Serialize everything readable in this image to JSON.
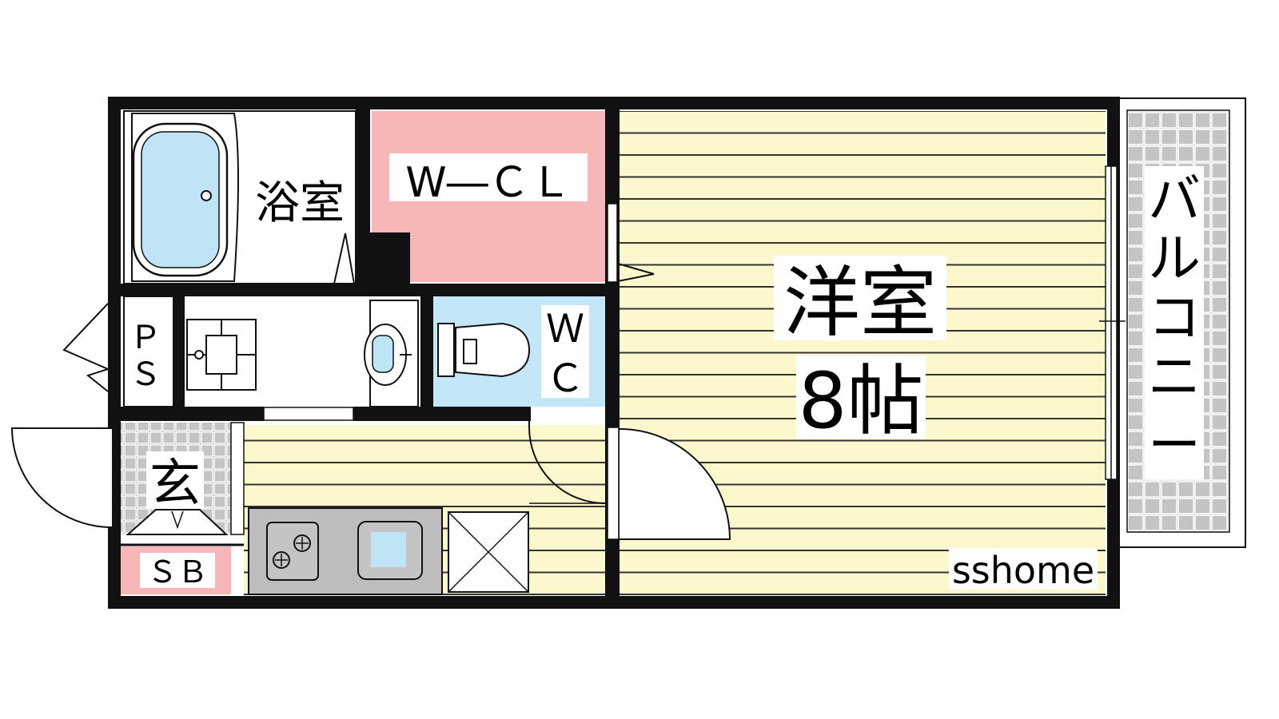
{
  "rooms": {
    "bath": "浴室",
    "wcl": "W―ＣＬ",
    "ps_top": "Ｐ",
    "ps_bottom": "Ｓ",
    "wc_top": "Ｗ",
    "wc_bottom": "Ｃ",
    "western_room": "洋室",
    "western_size": "8帖",
    "balcony": [
      "バ",
      "ル",
      "コ",
      "ニ",
      "ー"
    ],
    "entrance": "玄",
    "shoe_box": "ＳＢ"
  },
  "watermark": "sshome",
  "colors": {
    "wall": "#111111",
    "wcl_fill": "#f7b6b8",
    "wc_fill": "#c3e7f8",
    "floor_fill": "#fdf8cc",
    "floor_line": "#333333",
    "tile_fill": "#c4c4c4",
    "sb_fill": "#f7b6b8",
    "water_fill": "#bfe4f5",
    "kitchen_fill": "#bdbdbd"
  }
}
